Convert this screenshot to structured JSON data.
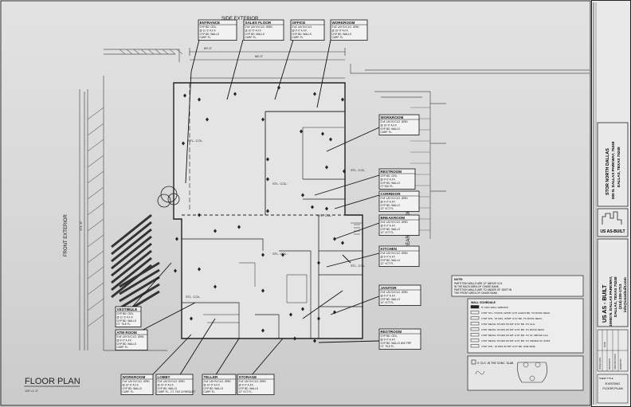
{
  "drawing": {
    "header_label": "SIDE EXTERIOR",
    "front_label": "FRONT EXTERIOR",
    "rear_label": "REAR EXTERIOR",
    "dim_top_a": "59'-0\"",
    "dim_top_b": "68'-0\"",
    "dim_left": "171'-6\"",
    "title": "FLOOR PLAN",
    "scale": "1/8\"=1'-0\"",
    "col_labels": [
      "STL. COL.",
      "STL. COL.",
      "STL. COL.",
      "STL. COL.",
      "STL. COL.",
      "STL. COL.",
      "STL. COL."
    ]
  },
  "callouts": [
    {
      "id": "entrance",
      "title": "ENTRANCE",
      "lines": [
        "GYP BD. CEIL.",
        "@ 11'-3\" A.F.F.",
        "GYP BD. WALLS",
        "CARP. FL."
      ]
    },
    {
      "id": "sales-floor",
      "title": "SALES FLOOR",
      "lines": [
        "2'x4' LAY IN CLG. GRID",
        "@ 10'-0\" A.F.F.",
        "GYP BD. WALLS",
        "CARP. FL."
      ]
    },
    {
      "id": "office",
      "title": "OFFICE",
      "lines": [
        "2'x4' LAY IN CLG.",
        "@ 9'-0\" A.F.F.",
        "GYP BD. WALLS",
        "CARP. FL."
      ]
    },
    {
      "id": "workroom-top",
      "title": "WORKROOM",
      "lines": [
        "2'x4' LAY IN CLG. GRID",
        "@ 10'-0\" A.F.F.",
        "GYP BD. WALLS",
        "CARP. FL."
      ]
    },
    {
      "id": "workroom-right",
      "title": "WORKROOM",
      "lines": [
        "2'x4' LAY IN CLG. GRID",
        "@ 10'-0\" A.F.F.",
        "GYP BD. WALLS",
        "CARP. FL."
      ]
    },
    {
      "id": "restroom-upper",
      "title": "RESTROOM",
      "lines": [
        "GYP BD. CEIL.",
        "@ 9'-0\" A.F.F.",
        "GYP BD. WALLS",
        "CT BLK FL."
      ]
    },
    {
      "id": "corridor",
      "title": "CORRIDOR",
      "lines": [
        "2'x4' LAY IN CLG. GRID",
        "@ 9'-0\" A.F.F.",
        "GYP BD. WALLS",
        "12\" VCT FL."
      ]
    },
    {
      "id": "breakroom",
      "title": "BREAKROOM",
      "lines": [
        "2'x4' LAY IN CLG. GRID",
        "@ 9'-0\" A.F.F.",
        "GYP BD. WALLS",
        "12\" VCT FL."
      ]
    },
    {
      "id": "kitchen",
      "title": "KITCHEN",
      "lines": [
        "2'x4' LAY IN CLG. GRID",
        "@ 9'-0\" A.F.F.",
        "GYP BD. WALLS",
        "12\" VCT FL."
      ]
    },
    {
      "id": "janitor",
      "title": "JANITOR",
      "lines": [
        "2'x4' LAY IN CLG. GRID",
        "@ 9'-0\" A.F.F.",
        "GYP BD. WALLS",
        "12\" VCT FL."
      ]
    },
    {
      "id": "restroom-lower",
      "title": "RESTROOM",
      "lines": [
        "GYP BD. CEIL.",
        "@ 9'-0\" A.F.F.",
        "GYP BD. WALLS W/4' FRP",
        "CT. TILE FL."
      ]
    },
    {
      "id": "vestibule",
      "title": "VESTIBULE",
      "lines": [
        "GYP BD. CEIL.",
        "@ 11'-3\" A.F.F.",
        "GYP BD. WALLS",
        "CT. TILE FL."
      ]
    },
    {
      "id": "atm-room",
      "title": "ATM ROOM",
      "lines": [
        "2'x4' LAY IN CLG. GRID",
        "@ 9'-0\" A.F.F.",
        "GYP BD. WALLS",
        "CARP. FL."
      ]
    },
    {
      "id": "workroom-bottom",
      "title": "WORKROOM",
      "lines": [
        "2'x4' LAY IN CLG. GRID",
        "@ 10'-0\" A.F.F.",
        "GYP BD. WALLS",
        "CARP. FL."
      ]
    },
    {
      "id": "lobby",
      "title": "LOBBY",
      "lines": [
        "2'x4' LAY IN CLG. GRID",
        "@ 10'-0\" A.F.F.",
        "GYP BD. WALLS",
        "CARP. FL., CT. TILE & PARQUET"
      ]
    },
    {
      "id": "teller",
      "title": "TELLER",
      "lines": [
        "2'x4' LAY IN CLG. GRID",
        "@ 10'-0\" A.F.F.",
        "GYP BD. WALLS",
        "CARP. FL."
      ]
    },
    {
      "id": "storage",
      "title": "STORAGE",
      "lines": [
        "2'x4' LAY IN CLG. GRID",
        "@ 9'-0\" A.F.F.",
        "GYP BD. WALLS",
        "12\" VCT FL."
      ]
    }
  ],
  "note": {
    "title": "NOTE:",
    "lines": [
      "PARTITION WALLS ARE 12\" ABOVE CLG.",
      "IN THE BACK AREA OF CHASE BANK.",
      "PARTITION WALLS ARE TO UNDER OF JOIST IN",
      "THE FRONT AREA OF CHASE BANK."
    ]
  },
  "legend": {
    "title": "WALL SCHEDULE",
    "items": [
      "8\" CMU WALL W/BRICK.",
      "3 5/8\" STL. STUDS, W/5/8\" GYP. & EIFS BD. TO ROOF DECK",
      "3 5/8\" MTL. STUDS, W/5/8\" GYP. BD. TO ROOF DECK.",
      "3 5/8\" METAL STUDS W/ 5/8\" GYP. BD. TO CLG.",
      "3 5/8\" METAL STUDS W/ 5/8\" GYP. BD. TO ROOF DECK",
      "3 5/8\" METAL STUDS W/ 5/8\" GYP. BD. TO 12\" ABOVE CLG.",
      "3 5/8\" METAL STUDS W/ 5/8\" GYP. BD. TO UNDER OF JOIST.",
      "3 5/8\" MTL. STUDS W/ 5/8\" GYP. BD. ONE SIDE"
    ]
  },
  "key": {
    "lines": [
      "X' CLG. IN THE CONC. SLAB"
    ]
  },
  "title_block": {
    "store": "STOR NORTH DALLAS",
    "address": "000 N. DALLAS PARKWAY, 75248",
    "city": "DALLAS, TEXAS 75248",
    "logo": "US AS-BUILT",
    "firm": "US AS - BUILT",
    "firm_address": "15950 N. DALLAS PARKWAY,",
    "firm_city": "DALLAS, TEXAS 75248",
    "firm_phone": "(214) 235-1713",
    "firm_email": "info@usasbuilt.com",
    "sheet_title_label": "SHEET TITLE",
    "sheet_title_1": "EXISTING",
    "sheet_title_2": "FLOOR PLAN",
    "rev_labels": [
      "ISSUE DATE",
      "DATE",
      "REVISIONS",
      "SPECIFICATION",
      "DRAWN BY"
    ]
  }
}
